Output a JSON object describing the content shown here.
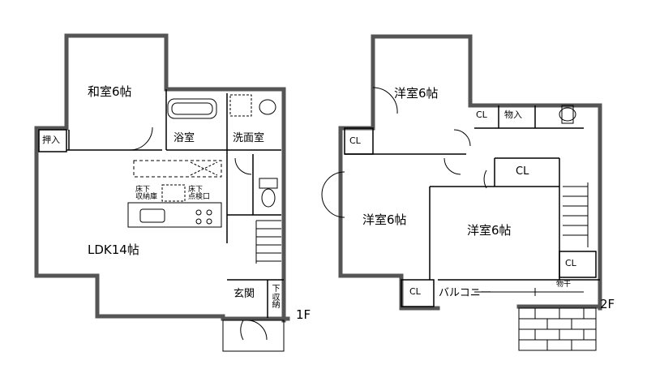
{
  "floor1": {
    "label": "1F",
    "rooms": {
      "washitsu": "和室6帖",
      "oshiire": "押入",
      "bath": "浴室",
      "washroom": "洗面室",
      "ldk": "LDK14帖",
      "yukashita_storage": "床下\n収納庫",
      "yukashita_inspection": "床下\n点検口",
      "genkan": "玄関",
      "shita_storage": "下\n収納"
    }
  },
  "floor2": {
    "label": "2F",
    "rooms": {
      "youshitsu_top": "洋室6帖",
      "youshitsu_left": "洋室6帖",
      "youshitsu_right": "洋室6帖",
      "cl_a": "CL",
      "cl_b": "CL",
      "cl_c": "CL",
      "cl_d": "CL",
      "cl_e": "CL",
      "monoire": "物入",
      "balcony": "バルコニー",
      "monohoshi": "物干"
    }
  },
  "colors": {
    "wall": "#555555",
    "line": "#000000",
    "fill": "#ffffff"
  }
}
